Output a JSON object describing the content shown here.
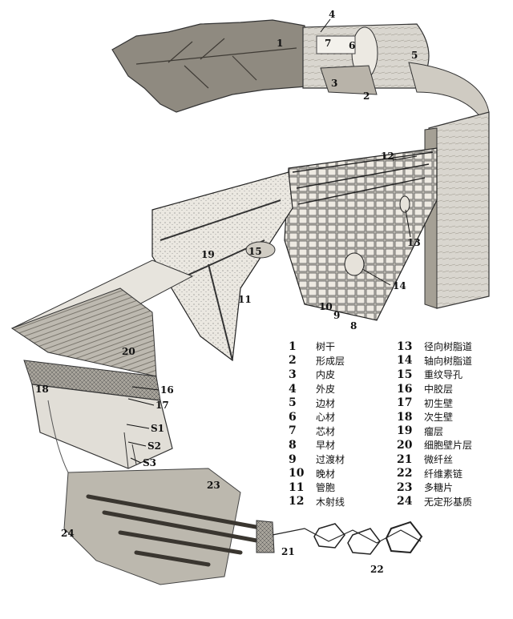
{
  "callouts": [
    {
      "n": "1"
    },
    {
      "n": "2"
    },
    {
      "n": "3"
    },
    {
      "n": "4"
    },
    {
      "n": "5"
    },
    {
      "n": "6"
    },
    {
      "n": "7"
    },
    {
      "n": "8"
    },
    {
      "n": "9"
    },
    {
      "n": "10"
    },
    {
      "n": "11"
    },
    {
      "n": "12"
    },
    {
      "n": "13"
    },
    {
      "n": "14"
    },
    {
      "n": "15"
    },
    {
      "n": "16"
    },
    {
      "n": "17"
    },
    {
      "n": "S1"
    },
    {
      "n": "S2"
    },
    {
      "n": "S3"
    },
    {
      "n": "18"
    },
    {
      "n": "19"
    },
    {
      "n": "20"
    },
    {
      "n": "21"
    },
    {
      "n": "22"
    },
    {
      "n": "23"
    },
    {
      "n": "24"
    }
  ],
  "legend": [
    {
      "num": "1",
      "label": "树干"
    },
    {
      "num": "2",
      "label": "形成层"
    },
    {
      "num": "3",
      "label": "内皮"
    },
    {
      "num": "4",
      "label": "外皮"
    },
    {
      "num": "5",
      "label": "边材"
    },
    {
      "num": "6",
      "label": "心材"
    },
    {
      "num": "7",
      "label": "芯材"
    },
    {
      "num": "8",
      "label": "早材"
    },
    {
      "num": "9",
      "label": "过渡材"
    },
    {
      "num": "10",
      "label": "晚材"
    },
    {
      "num": "11",
      "label": "管胞"
    },
    {
      "num": "12",
      "label": "木射线"
    },
    {
      "num": "13",
      "label": "径向树脂道"
    },
    {
      "num": "14",
      "label": "轴向树脂道"
    },
    {
      "num": "15",
      "label": "重纹导孔"
    },
    {
      "num": "16",
      "label": "中胶层"
    },
    {
      "num": "17",
      "label": "初生壁"
    },
    {
      "num": "18",
      "label": "次生壁"
    },
    {
      "num": "19",
      "label": "瘤层"
    },
    {
      "num": "20",
      "label": "细胞壁片层"
    },
    {
      "num": "21",
      "label": "微纤丝"
    },
    {
      "num": "22",
      "label": "纤维素链"
    },
    {
      "num": "23",
      "label": "多糖片"
    },
    {
      "num": "24",
      "label": "无定形基质"
    }
  ]
}
